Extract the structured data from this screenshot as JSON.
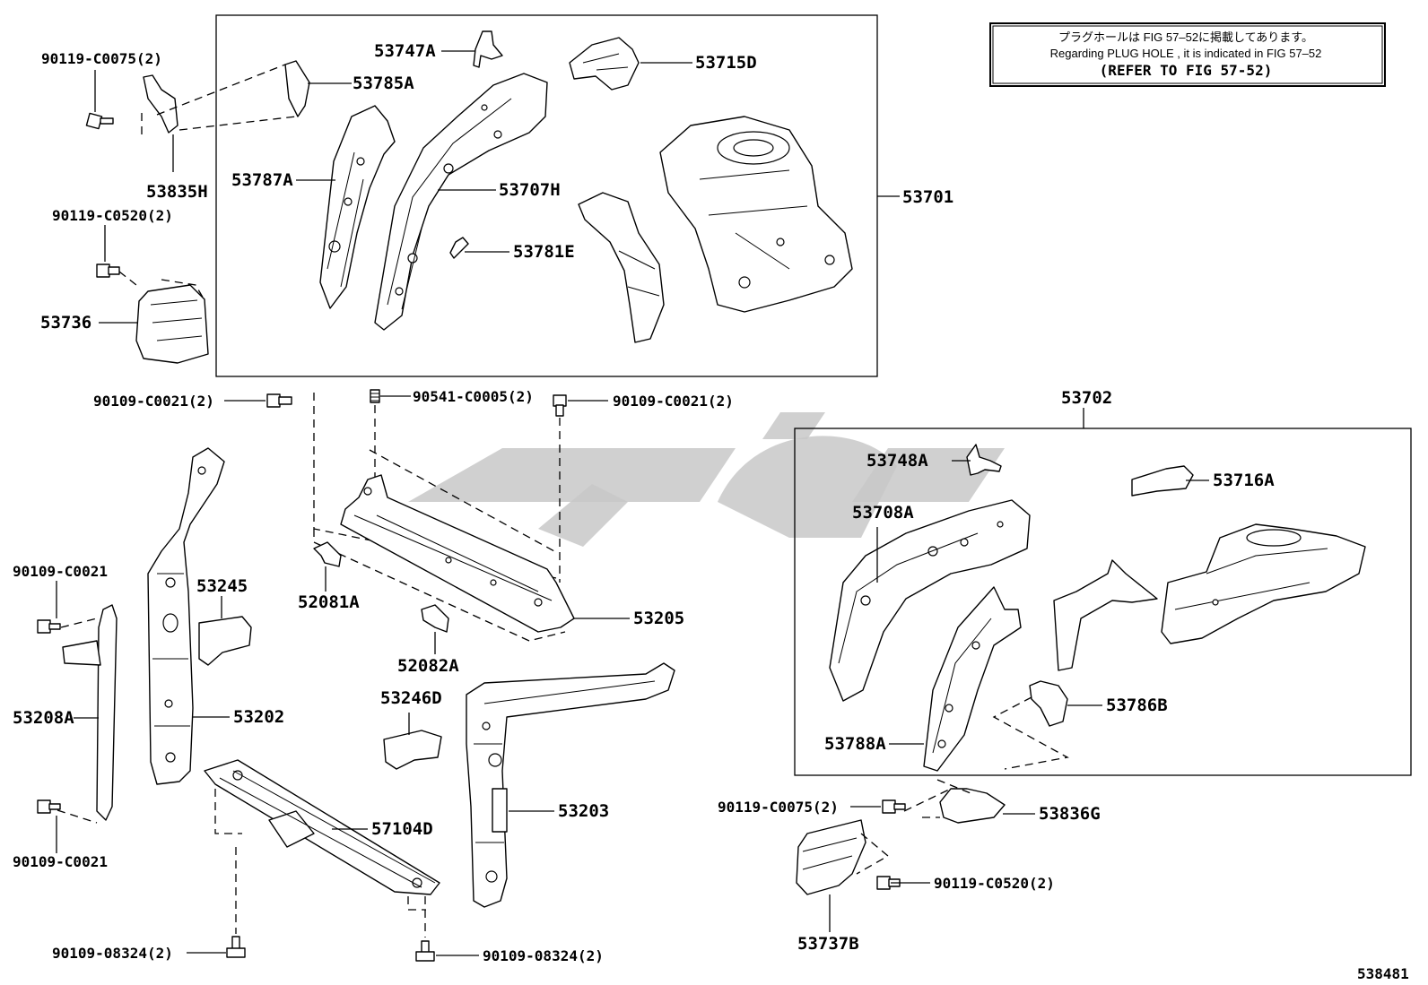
{
  "notice": {
    "line1": "プラグホールは FIG 57–52に掲載してあります。",
    "line2": "Regarding PLUG HOLE , it is indicated in FIG 57–52",
    "line3": "(REFER TO FIG 57-52)"
  },
  "groups": {
    "g1": "53701",
    "g2": "53702"
  },
  "labels": {
    "l53747A": "53747A",
    "l53715D": "53715D",
    "l53785A": "53785A",
    "l53787A": "53787A",
    "l53707H": "53707H",
    "l53781E": "53781E",
    "l90119_0075_top": "90119-C0075(2)",
    "l53835H": "53835H",
    "l90119_0520_left": "90119-C0520(2)",
    "l53736": "53736",
    "l90109_0021_a": "90109-C0021(2)",
    "l90541": "90541-C0005(2)",
    "l90109_0021_b": "90109-C0021(2)",
    "l53748A": "53748A",
    "l53716A": "53716A",
    "l53708A": "53708A",
    "l53786B": "53786B",
    "l53788A": "53788A",
    "l90109_0021_c": "90109-C0021",
    "l53245": "53245",
    "l52081A": "52081A",
    "l53205": "53205",
    "l52082A": "52082A",
    "l53208A": "53208A",
    "l53202": "53202",
    "l53246D": "53246D",
    "l90109_0021_d": "90109-C0021",
    "l57104D": "57104D",
    "l53203": "53203",
    "l90119_0075_bot": "90119-C0075(2)",
    "l53836G": "53836G",
    "l90119_0520_bot": "90119-C0520(2)",
    "l53737B": "53737B",
    "l90109_08324_a": "90109-08324(2)",
    "l90109_08324_b": "90109-08324(2)"
  },
  "figure_id": "538481"
}
